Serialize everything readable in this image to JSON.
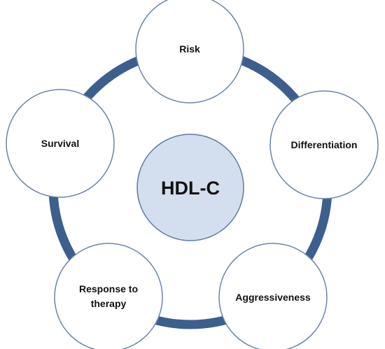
{
  "diagram": {
    "center": {
      "label": "HDL-C"
    },
    "nodes": [
      {
        "id": "risk",
        "lines": [
          "Risk"
        ]
      },
      {
        "id": "differentiation",
        "lines": [
          "Differentiation"
        ]
      },
      {
        "id": "aggressiveness",
        "lines": [
          "Aggressiveness"
        ]
      },
      {
        "id": "response-to-therapy",
        "lines": [
          "Response to",
          "therapy"
        ]
      },
      {
        "id": "survival",
        "lines": [
          "Survival"
        ]
      }
    ]
  },
  "colors": {
    "ring": "#3C5F8E",
    "node_fill": "#FFFFFF",
    "node_stroke": "#6B85A8",
    "center_fill": "#D3DEEE",
    "center_stroke": "#5C7AA2",
    "text": "#111111"
  }
}
